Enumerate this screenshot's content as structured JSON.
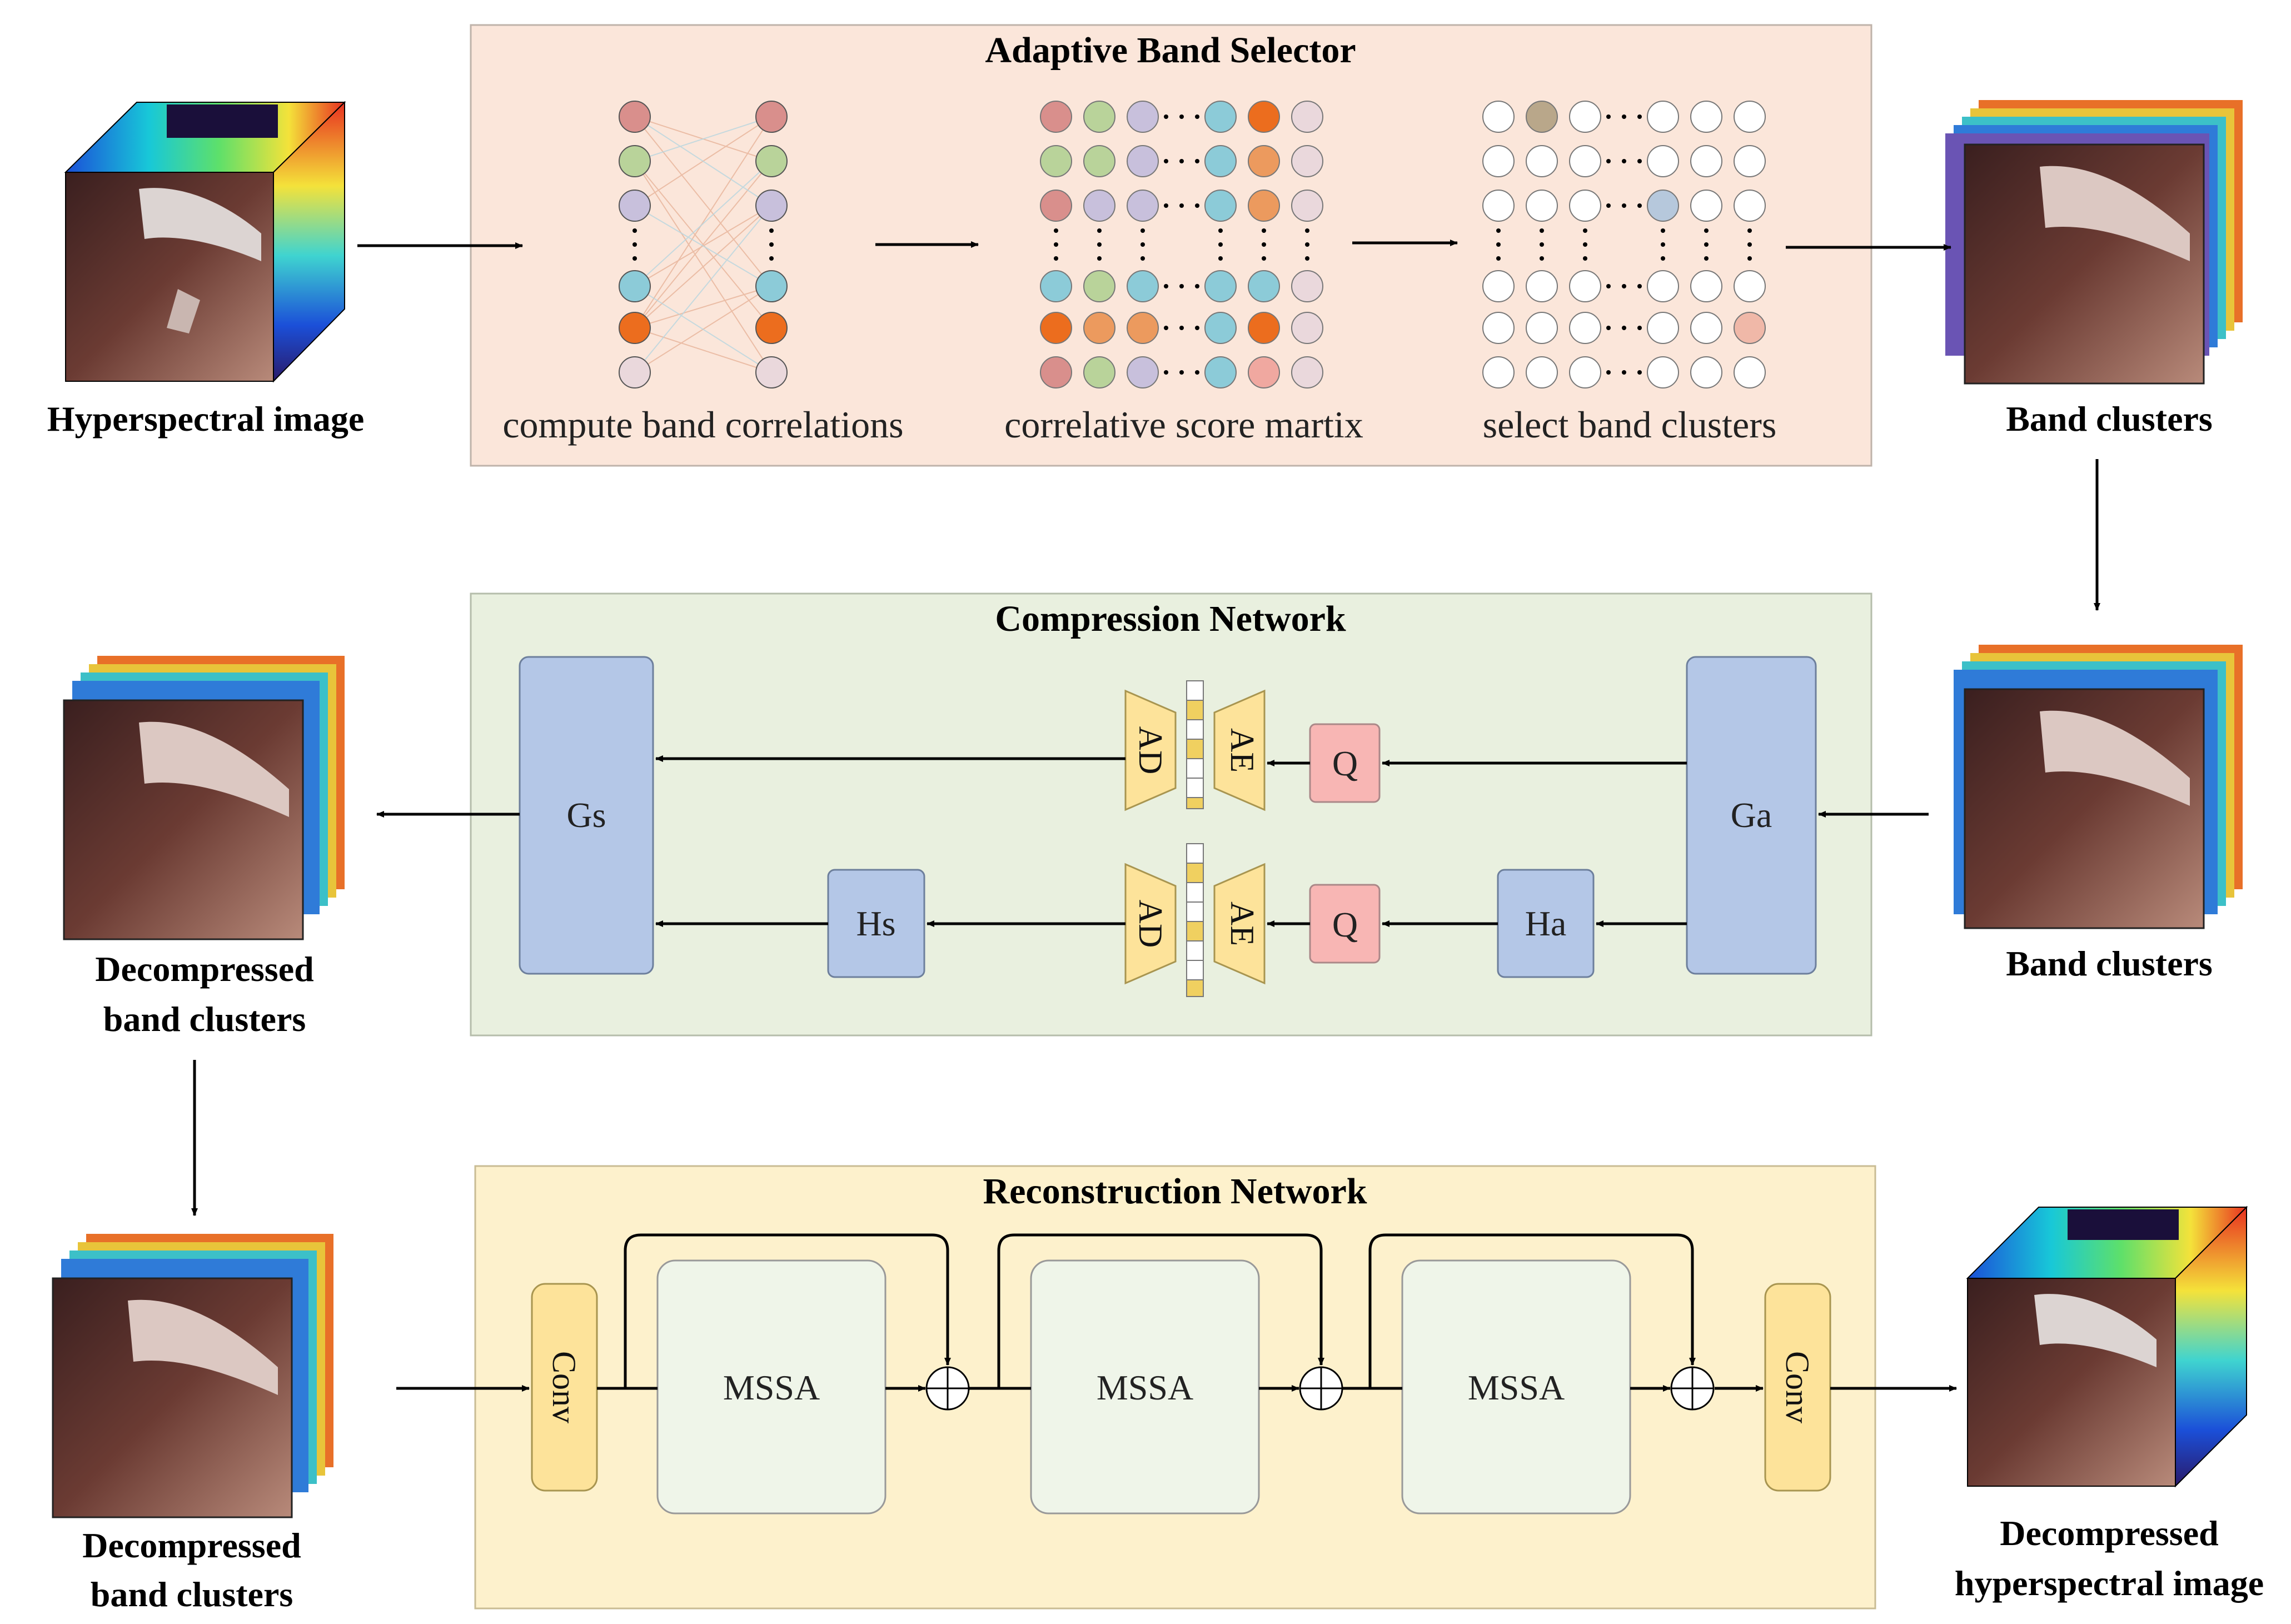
{
  "modules": {
    "band_selector": {
      "title": "Adaptive Band Selector",
      "steps": [
        "compute band correlations",
        "correlative score martix",
        "select band clusters"
      ]
    },
    "compression": {
      "title": "Compression Network",
      "blocks": {
        "gs": "Gs",
        "ga": "Ga",
        "hs": "Hs",
        "ha": "Ha",
        "q": "Q",
        "ad": "AD",
        "ae": "AE"
      }
    },
    "reconstruction": {
      "title": "Reconstruction Network",
      "blocks": {
        "conv": "Conv",
        "mssa": "MSSA"
      }
    }
  },
  "io_labels": {
    "input": "Hyperspectral image",
    "band_clusters": "Band clusters",
    "decompressed_clusters_line1": "Decompressed",
    "decompressed_clusters_line2": "band clusters",
    "output_line1": "Decompressed",
    "output_line2": "hyperspectral image"
  },
  "colors": {
    "selector_bg": "#fbe6da",
    "compression_bg": "#e9f0df",
    "reconstruction_bg": "#fdf1cc",
    "block_blue": "#b4c7e7",
    "block_pink": "#f8b6b4",
    "block_yellow": "#fde39a",
    "block_mint": "#eff5e9",
    "node_red": "#d98f8c",
    "node_green": "#b9d39a",
    "node_lavender": "#c8c0dc",
    "node_cyan": "#8ccbd8",
    "node_orange": "#ec6d1e",
    "node_pink": "#ead8dc"
  }
}
